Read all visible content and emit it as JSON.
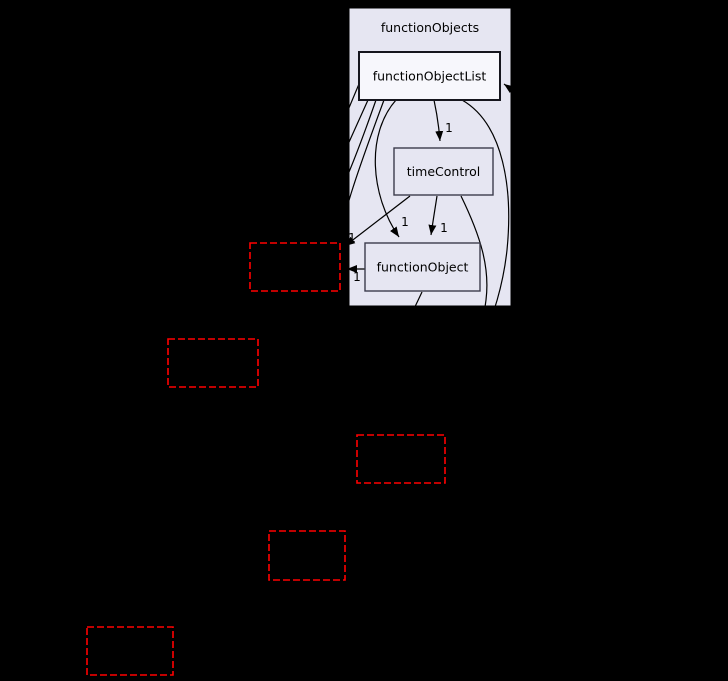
{
  "graph": {
    "cluster": {
      "label": "functionObjects"
    },
    "nodes": [
      {
        "id": "functionObjectList",
        "label": "functionObjectList",
        "style": "current"
      },
      {
        "id": "timeControl",
        "label": "timeControl",
        "style": "normal"
      },
      {
        "id": "functionObject",
        "label": "functionObject",
        "style": "normal"
      }
    ],
    "external_nodes": [
      {
        "id": "ext1",
        "label": ""
      },
      {
        "id": "ext2",
        "label": ""
      },
      {
        "id": "ext3",
        "label": ""
      },
      {
        "id": "ext4",
        "label": ""
      },
      {
        "id": "ext5",
        "label": ""
      }
    ],
    "edges": [
      {
        "from": "functionObjectList",
        "to": "timeControl",
        "label": "1"
      },
      {
        "from": "functionObjectList",
        "to": "functionObject",
        "label": "1"
      },
      {
        "from": "timeControl",
        "to": "functionObject",
        "label": "1"
      },
      {
        "from": "timeControl",
        "to": "ext1",
        "label": "1"
      },
      {
        "from": "functionObject",
        "to": "ext1",
        "label": "1"
      },
      {
        "from": "functionObjectList",
        "to": "ext1",
        "label": ""
      },
      {
        "from": "functionObjectList",
        "to": "ext2",
        "label": ""
      },
      {
        "from": "functionObjectList",
        "to": "ext3",
        "label": ""
      },
      {
        "from": "functionObjectList",
        "to": "ext4",
        "label": ""
      },
      {
        "from": "functionObjectList",
        "to": "ext5",
        "label": ""
      },
      {
        "from": "timeControl",
        "to": "ext3",
        "label": ""
      },
      {
        "from": "functionObject",
        "to": "ext4",
        "label": ""
      },
      {
        "from": "offscreen",
        "to": "functionObjectList",
        "label": ""
      }
    ],
    "colors": {
      "background": "#000000",
      "cluster_fill": "#e6e6f2",
      "cluster_border": "#000000",
      "node_fill": "#e6e6f2",
      "node_border": "#3c3c4c",
      "current_fill": "#f7f7fc",
      "current_border": "#16161e",
      "external_border": "#ff0000",
      "edge": "#000000",
      "text": "#000000"
    }
  }
}
